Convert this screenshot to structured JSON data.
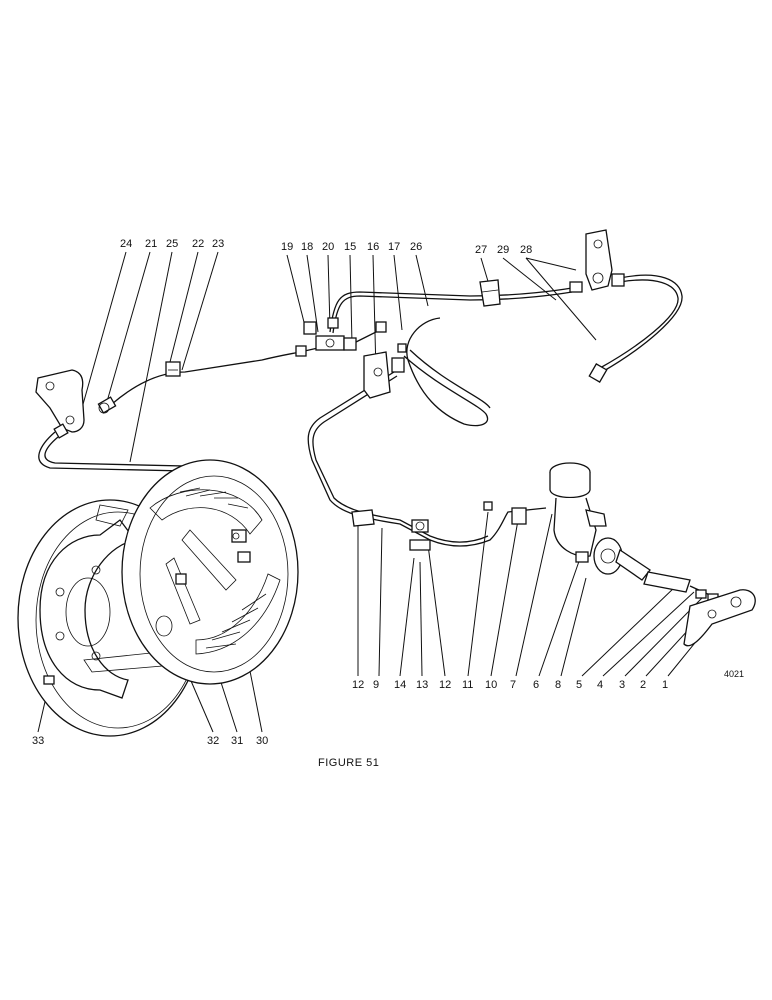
{
  "figure": {
    "caption": "FIGURE 51",
    "reference": "4021"
  },
  "callouts": {
    "top_left": [
      "24",
      "21",
      "25",
      "22",
      "23"
    ],
    "top_middle": [
      "19",
      "18",
      "20",
      "15",
      "16",
      "17",
      "26"
    ],
    "top_right": [
      "27",
      "29",
      "28"
    ],
    "bottom_left": [
      "33",
      "32",
      "31",
      "30"
    ],
    "bottom_right": [
      "12",
      "9",
      "14",
      "13",
      "12",
      "11",
      "10",
      "7",
      "6",
      "8",
      "5",
      "4",
      "3",
      "2",
      "1"
    ]
  }
}
